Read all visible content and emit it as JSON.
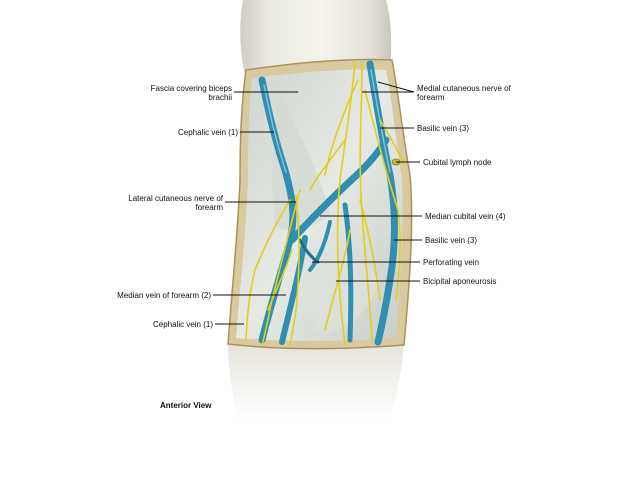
{
  "labels_left": [
    {
      "id": "fascia",
      "lines": [
        "Fascia covering biceps",
        "brachii"
      ]
    },
    {
      "id": "cephalic1",
      "lines": [
        "Cephalic vein (1)"
      ]
    },
    {
      "id": "lateral-nerve",
      "lines": [
        "Lateral cutaneous nerve of",
        "forearm"
      ]
    },
    {
      "id": "median-forearm",
      "lines": [
        "Median vein of forearm (2)"
      ]
    },
    {
      "id": "cephalic2",
      "lines": [
        "Cephalic vein (1)"
      ]
    }
  ],
  "labels_right": [
    {
      "id": "medial-nerve",
      "lines": [
        "Medial cutaneous nerve of",
        "forearm"
      ]
    },
    {
      "id": "basilic1",
      "lines": [
        "Basilic vein (3)"
      ]
    },
    {
      "id": "lymph",
      "lines": [
        "Cubital lymph node"
      ]
    },
    {
      "id": "median-cubital",
      "lines": [
        "Median cubital vein (4)"
      ]
    },
    {
      "id": "basilic2",
      "lines": [
        "Basilic vein (3)"
      ]
    },
    {
      "id": "perforating",
      "lines": [
        "Perforating vein"
      ]
    },
    {
      "id": "bicipital",
      "lines": [
        "Bicipital aponeurosis"
      ]
    }
  ],
  "caption": "Anterior View",
  "colors": {
    "vein": "#2f8fb0",
    "vein_dark": "#1f6e8c",
    "nerve": "#e3cf1a",
    "fascia": "#d9ddd8",
    "skin": "#e9e8e0",
    "border": "#b8a36a",
    "leader": "#111111"
  }
}
